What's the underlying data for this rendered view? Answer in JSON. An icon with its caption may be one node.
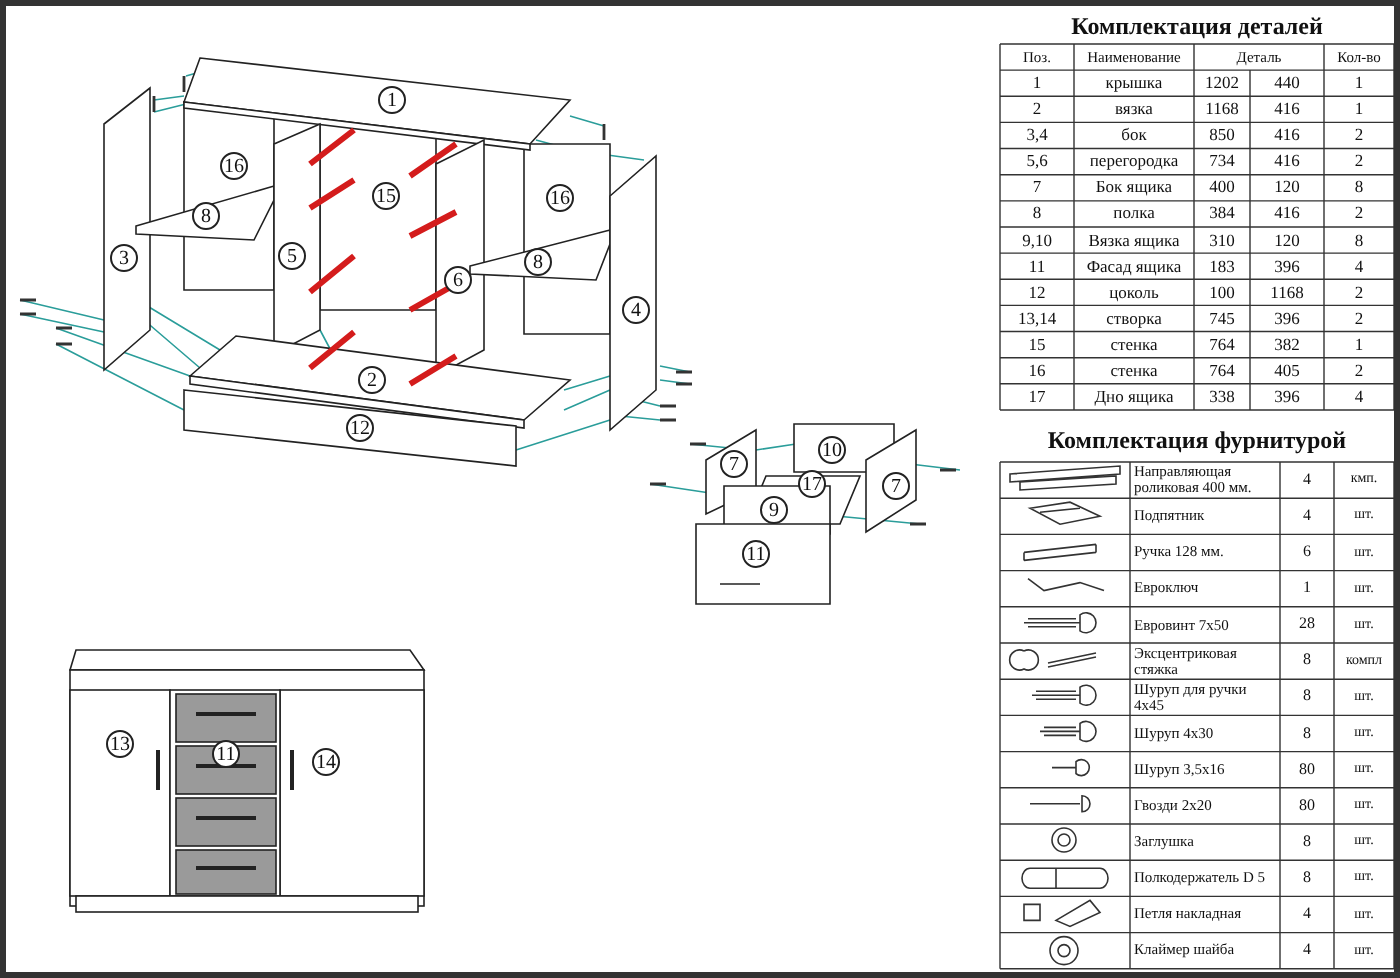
{
  "diagram": {
    "nodes": [
      {
        "text": [
          "1"
        ]
      },
      {
        "text": [
          "16"
        ]
      },
      {
        "text": [
          "16"
        ]
      },
      {
        "text": [
          "8"
        ]
      },
      {
        "text": [
          "15"
        ]
      },
      {
        "text": [
          "8"
        ]
      },
      {
        "text": [
          "3"
        ]
      },
      {
        "text": [
          "5"
        ]
      },
      {
        "text": [
          "6"
        ]
      },
      {
        "text": [
          "4"
        ]
      },
      {
        "text": [
          "2"
        ]
      },
      {
        "text": [
          "12"
        ]
      },
      {
        "text": [
          "10"
        ]
      },
      {
        "text": [
          "7"
        ]
      },
      {
        "text": [
          "17"
        ]
      },
      {
        "text": [
          "7"
        ]
      },
      {
        "text": [
          "9"
        ]
      },
      {
        "text": [
          "11"
        ]
      },
      {
        "text": [
          "13"
        ]
      },
      {
        "text": [
          "11"
        ]
      },
      {
        "text": [
          "14"
        ]
      }
    ],
    "labels": [
      "Комплектация деталей",
      "Поз.",
      "Наименование",
      "Деталь",
      "Кол-во",
      "1",
      "крышка",
      "1202",
      "440",
      "1",
      "2",
      "вязка",
      "1168",
      "416",
      "1",
      "3,4",
      "бок",
      "850",
      "416",
      "2",
      "5,6",
      "перегородка",
      "734",
      "416",
      "2",
      "7",
      "Бок ящика",
      "400",
      "120",
      "8",
      "8",
      "полка",
      "384",
      "416",
      "2",
      "9,10",
      "Вязка ящика",
      "310",
      "120",
      "8",
      "11",
      "Фасад ящика",
      "183",
      "396",
      "4",
      "12",
      "цоколь",
      "100",
      "1168",
      "2",
      "13,14",
      "створка",
      "745",
      "396",
      "2",
      "15",
      "стенка",
      "764",
      "382",
      "1",
      "16",
      "стенка",
      "764",
      "405",
      "2",
      "17",
      "Дно ящика",
      "338",
      "396",
      "4",
      "Комплектация фурнитурой",
      "Направляющая роликовая 400 мм.",
      "4",
      "кмп.",
      "Подпятник",
      "4",
      "шт.",
      "Ручка 128 мм.",
      "6",
      "шт.",
      "Евроключ",
      "1",
      "шт.",
      "Евровинт 7х50",
      "28",
      "шт.",
      "Эксцентриковая стяжка",
      "8",
      "компл",
      "Шуруп для ручки 4х45",
      "8",
      "шт.",
      "Шуруп 4х30",
      "8",
      "шт.",
      "Шуруп 3,5х16",
      "80",
      "шт.",
      "Гвозди 2х20",
      "80",
      "шт.",
      "Заглушка",
      "8",
      "шт.",
      "Полкодержатель D 5",
      "8",
      "шт.",
      "Петля накладная",
      "4",
      "шт.",
      "Клаймер шайба",
      "4",
      "шт."
    ]
  }
}
